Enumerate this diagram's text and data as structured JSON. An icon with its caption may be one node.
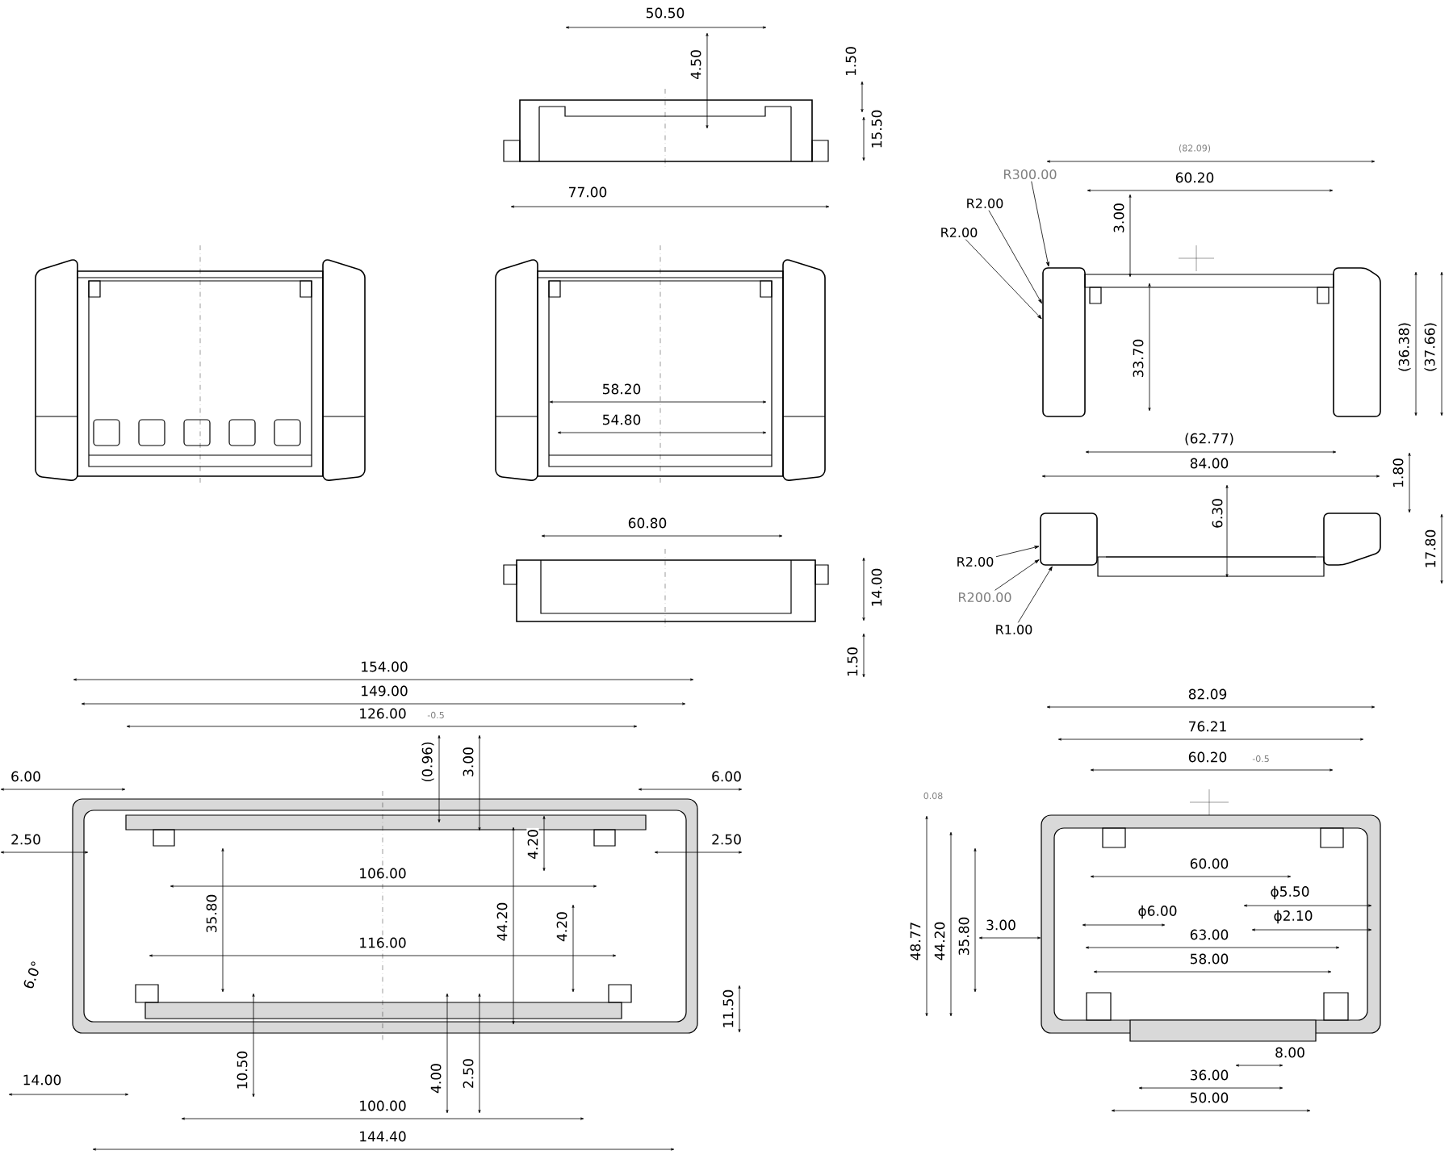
{
  "diagram": {
    "nodes": [
      {
        "text": [
          "R300.00"
        ]
      },
      {
        "text": [
          "R2.00"
        ]
      },
      {
        "text": [
          "R2.00"
        ]
      },
      {
        "text": [
          "R2.00"
        ]
      },
      {
        "text": [
          "R200.00"
        ]
      },
      {
        "text": [
          "R1.00"
        ]
      },
      {
        "text": [],
        "shape": "box"
      },
      {
        "text": [],
        "shape": "box"
      }
    ],
    "edges": [
      {
        "from": 0,
        "to": 6,
        "arrow": "to"
      },
      {
        "from": 1,
        "to": 6,
        "arrow": "to"
      },
      {
        "from": 2,
        "to": 6,
        "arrow": "to"
      },
      {
        "from": 3,
        "to": 7,
        "arrow": "to"
      },
      {
        "from": 4,
        "to": 7,
        "arrow": "to"
      },
      {
        "from": 5,
        "to": 7,
        "arrow": "to"
      }
    ],
    "labels": [
      "50.50",
      "4.50",
      "1.50",
      "15.50",
      "77.00",
      "(82.09)",
      "60.20",
      "3.00",
      "33.70",
      "(36.38)",
      "(37.66)",
      "58.20",
      "54.80",
      "(62.77)",
      "84.00",
      "1.80",
      "6.30",
      "60.80",
      "17.80",
      "14.00",
      "1.50",
      "154.00",
      "149.00",
      "126.00",
      "-0.5",
      "(0.96)",
      "3.00",
      "6.00",
      "6.00",
      "2.50",
      "2.50",
      "106.00",
      "35.80",
      "44.20",
      "4.20",
      "4.20",
      "116.00",
      "6.0°",
      "11.50",
      "14.00",
      "10.50",
      "4.00",
      "2.50",
      "100.00",
      "144.40",
      "82.09",
      "76.21",
      "60.20",
      "-0.5",
      "0.08",
      "60.00",
      "48.77",
      "44.20",
      "35.80",
      "3.00",
      "ϕ5.50",
      "ϕ6.00",
      "ϕ2.10",
      "63.00",
      "58.00",
      "8.00",
      "36.00",
      "50.00"
    ]
  }
}
